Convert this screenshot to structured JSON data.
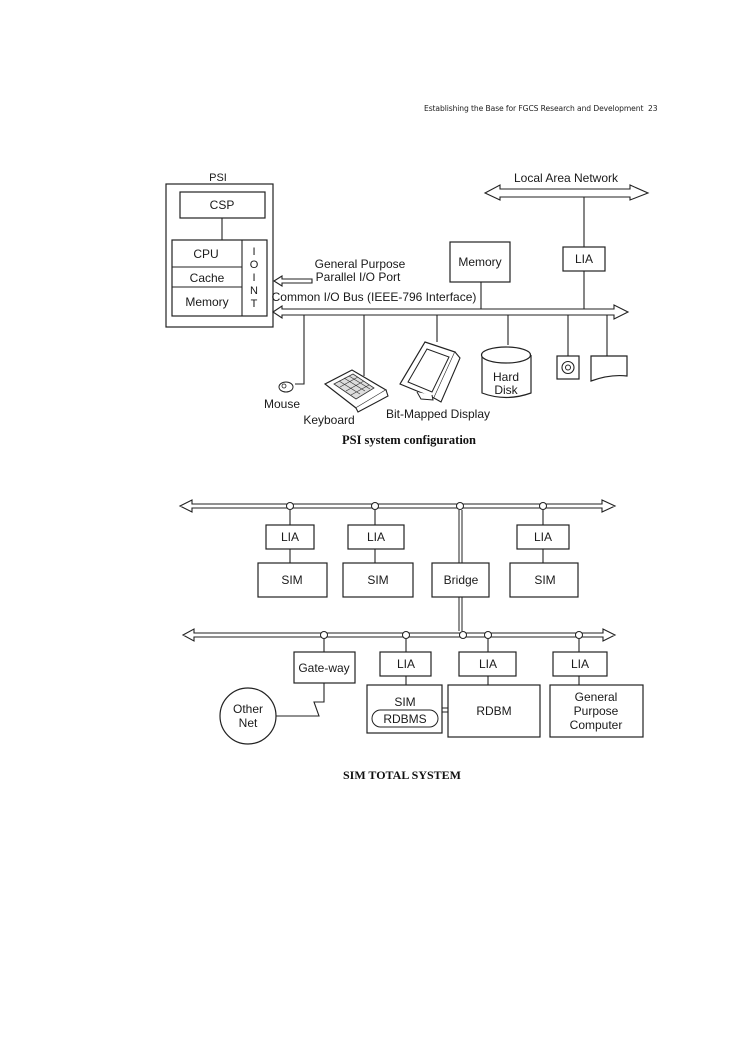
{
  "page": {
    "running_head": "Establishing the Base for FGCS Research and Development",
    "page_number": "23"
  },
  "psi_figure": {
    "caption": "PSI system configuration",
    "psi_label": "PSI",
    "csp": "CSP",
    "cpu": "CPU",
    "cache": "Cache",
    "memory_internal": "Memory",
    "ioint_letters": [
      "I",
      "O",
      "I",
      "N",
      "T"
    ],
    "gp_port_line1": "General Purpose",
    "gp_port_line2": "Parallel I/O Port",
    "common_bus": "Common I/O Bus (IEEE-796 Interface)",
    "lan": "Local Area Network",
    "memory_external": "Memory",
    "lia": "LIA",
    "mouse": "Mouse",
    "keyboard": "Keyboard",
    "display": "Bit-Mapped Display",
    "hard_disk_line1": "Hard",
    "hard_disk_line2": "Disk"
  },
  "sim_figure": {
    "caption": "SIM TOTAL SYSTEM",
    "top_row": [
      {
        "lia": "LIA",
        "node": "SIM"
      },
      {
        "lia": "LIA",
        "node": "SIM"
      },
      {
        "lia": "",
        "node": "Bridge"
      },
      {
        "lia": "LIA",
        "node": "SIM"
      }
    ],
    "gateway": "Gate-way",
    "other_net_line1": "Other",
    "other_net_line2": "Net",
    "lia_sim": "LIA",
    "sim": "SIM",
    "rdbms": "RDBMS",
    "lia_rdbm": "LIA",
    "rdbm": "RDBM",
    "lia_gpc": "LIA",
    "gpc_line1": "General",
    "gpc_line2": "Purpose",
    "gpc_line3": "Computer"
  }
}
